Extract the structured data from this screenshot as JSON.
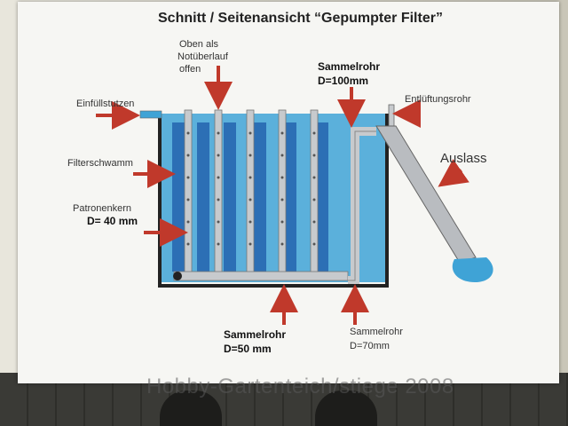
{
  "title": "Schnitt / Seitenansicht “Gepumpter Filter”",
  "labels": {
    "einfuellstutzen": "Einfüllstutzen",
    "filterschwamm": "Filterschwamm",
    "patronenkern": "Patronenkern",
    "patronenkern_d": "D= 40 mm",
    "oben_line1": "Oben als",
    "oben_line2": "Notüberlauf",
    "oben_line3": "offen",
    "sammelrohr_top": "Sammelrohr",
    "sammelrohr_top_d": "D=100mm",
    "entlueftungsrohr": "Entlüftungsrohr",
    "auslass": "Auslass",
    "sammelrohr_bottom_left": "Sammelrohr",
    "sammelrohr_bottom_left_d": "D=50 mm",
    "sammelrohr_bottom_right": "Sammelrohr",
    "sammelrohr_bottom_right_d": "D=70mm"
  },
  "watermark": "Hobby-Gartenteich/stiege 2008",
  "colors": {
    "water": "#3fa3d6",
    "sponge": "#2c6fb5",
    "pipe": "#b9bcc0",
    "arrow": "#c0392b",
    "tank_wall": "#222222"
  }
}
